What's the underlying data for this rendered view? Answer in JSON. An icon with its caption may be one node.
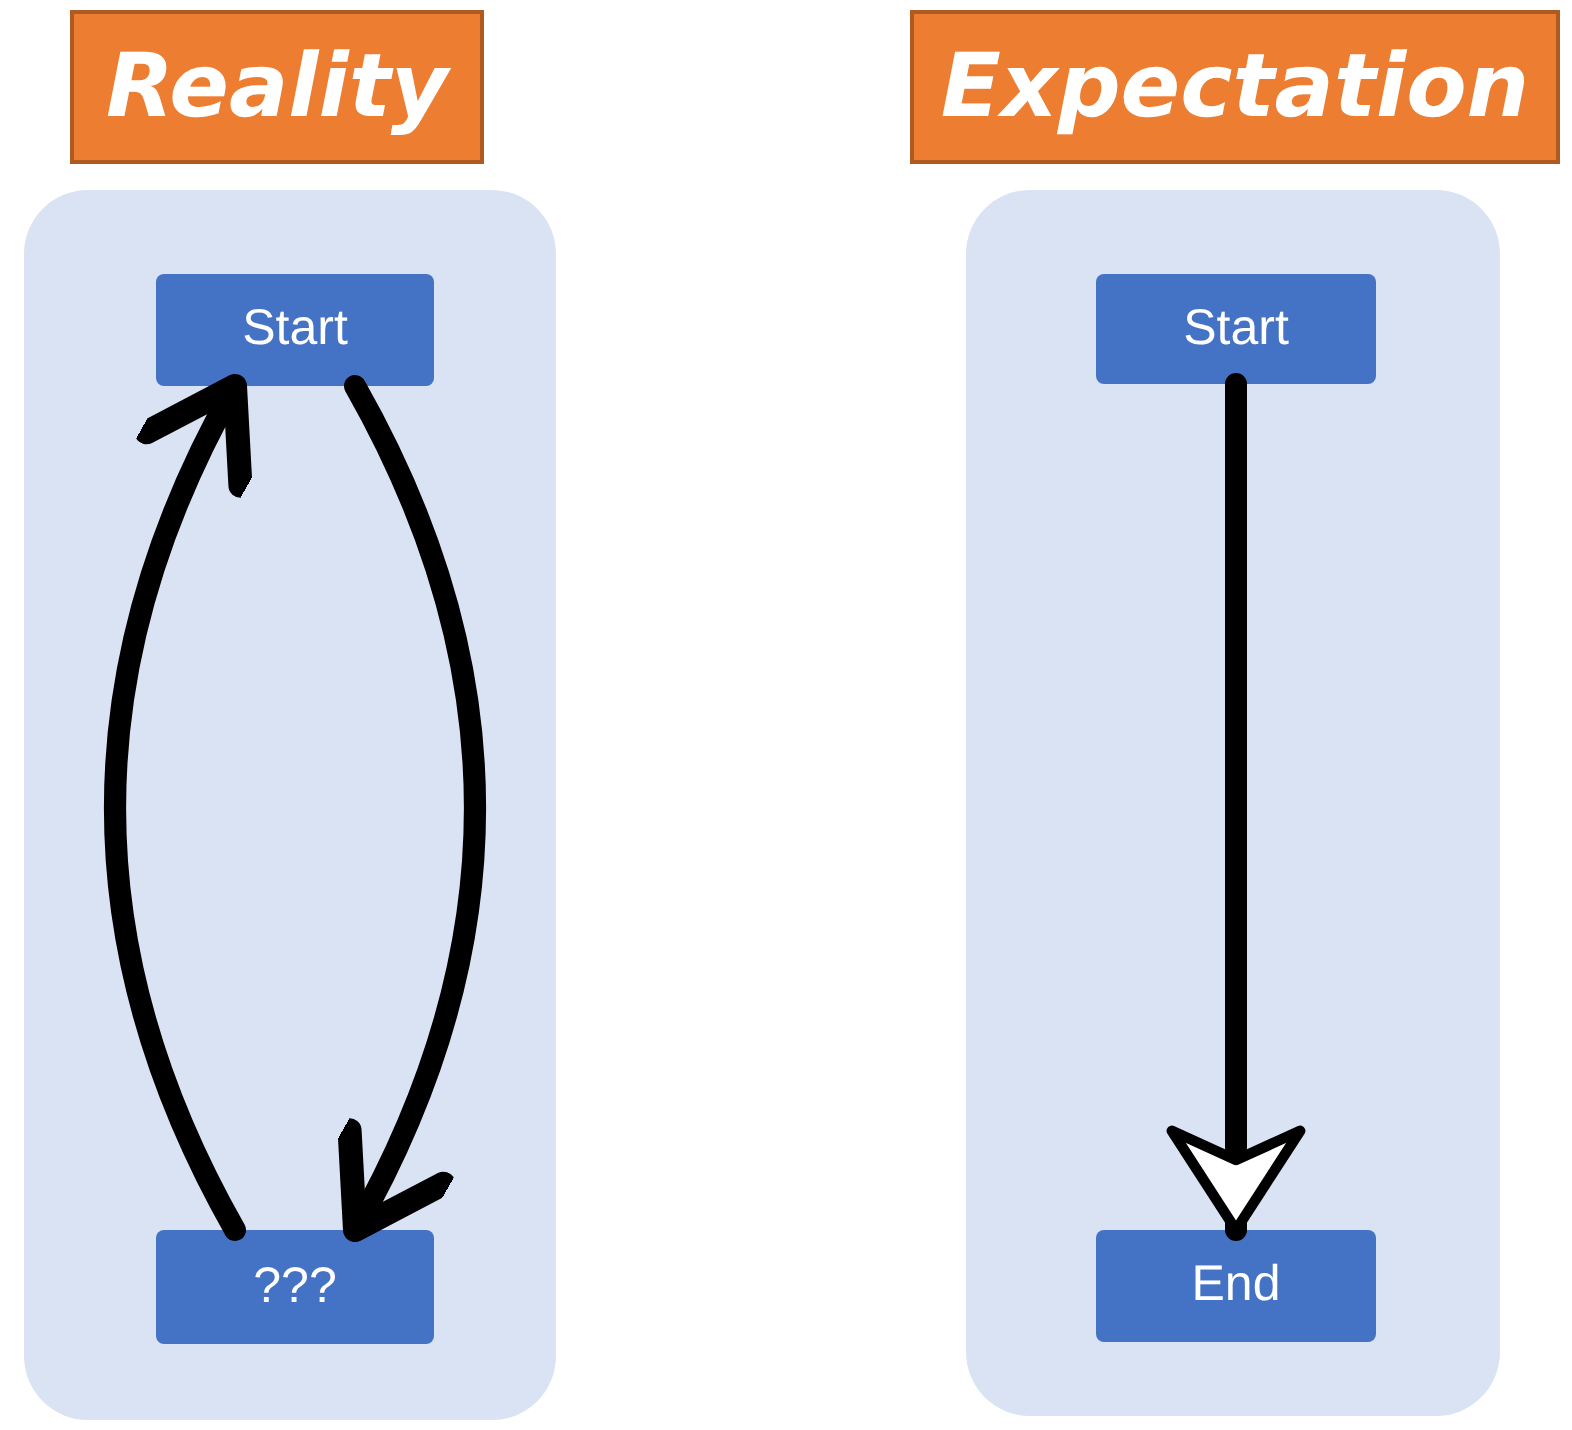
{
  "diagram": {
    "nodes": [
      {
        "text": [
          "Reality"
        ]
      },
      {
        "text": [],
        "shape": "box"
      },
      {
        "text": [
          "Start"
        ],
        "in": 1
      },
      {
        "text": [
          "???"
        ],
        "in": 1
      },
      {
        "text": [
          "Expectation"
        ]
      },
      {
        "text": [],
        "shape": "box"
      },
      {
        "text": [
          "Start"
        ],
        "in": 5
      },
      {
        "text": [
          "End"
        ],
        "in": 5
      }
    ],
    "edges": [
      {
        "from": 3,
        "to": 2,
        "arrow": "to"
      },
      {
        "from": 2,
        "to": 3,
        "arrow": "to"
      },
      {
        "from": 6,
        "to": 7,
        "arrow": "to"
      }
    ]
  }
}
